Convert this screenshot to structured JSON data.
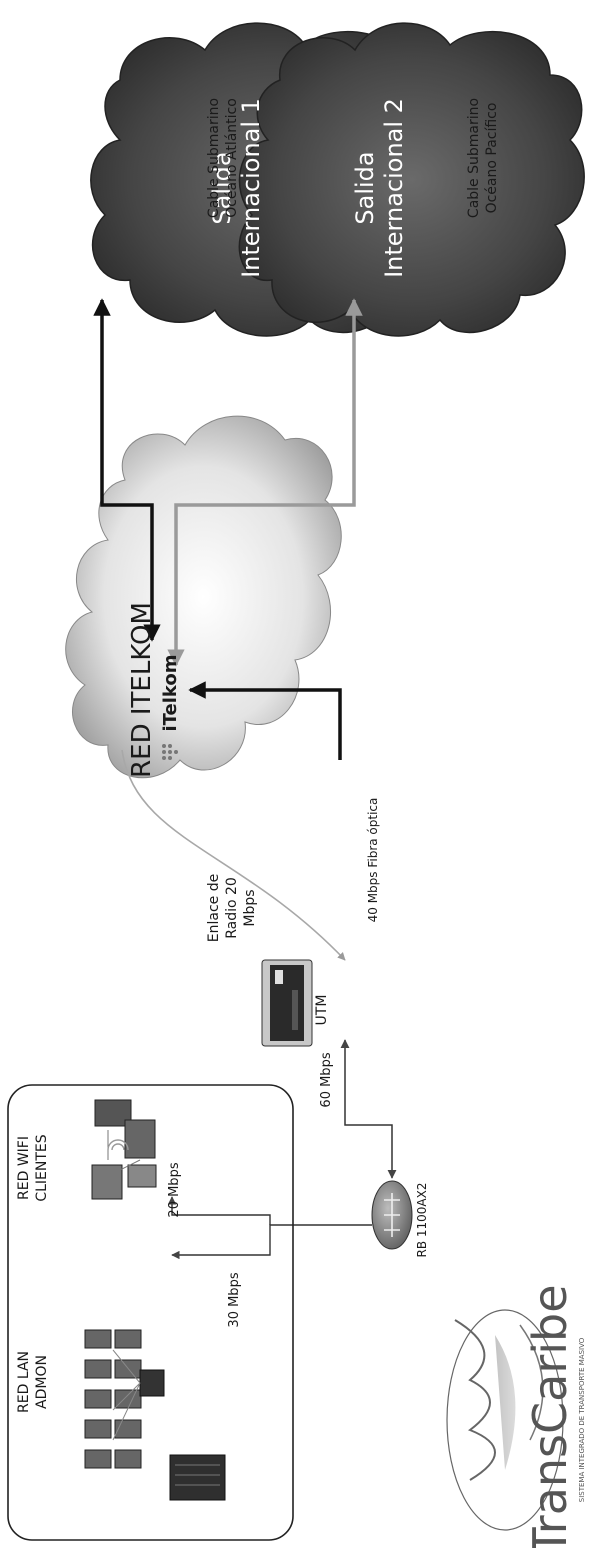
{
  "red_itelkom": {
    "title": "RED ITELKOM",
    "logo_text": "iTelkom"
  },
  "salida1": {
    "line1": "Salida",
    "line2": "Internacional 1",
    "cable_line1": "Cable Submarino",
    "cable_line2": "Océano Atlántico"
  },
  "salida2": {
    "line1": "Salida",
    "line2": "Internacional 2",
    "cable_line1": "Cable Submarino",
    "cable_line2": "Océano Pacífico"
  },
  "links": {
    "fibra": "40 Mbps Fibra óptica",
    "radio_line1": "Enlace de",
    "radio_line2": "Radio 20",
    "radio_line3": "Mbps",
    "utm_rb": "60 Mbps",
    "wifi": "20 Mbps",
    "lan": "30 Mbps"
  },
  "devices": {
    "utm": "UTM",
    "router": "RB 1100AX2"
  },
  "lan": {
    "line1": "RED LAN",
    "line2": "ADMON"
  },
  "wifi": {
    "line1": "RED WIFI",
    "line2": "CLIENTES"
  },
  "logo": {
    "brand": "TransCaribe",
    "tagline": "SISTEMA INTEGRADO DE TRANSPORTE MASIVO"
  },
  "colors": {
    "dark_link": "#111111",
    "grey_link": "#9a9a9a",
    "cloud_dark": "#3f3f3f"
  }
}
